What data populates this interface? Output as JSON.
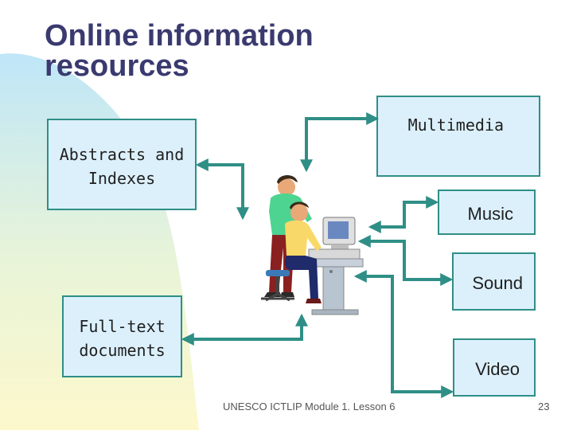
{
  "slide": {
    "title_line1": "Online information",
    "title_line2": "resources",
    "footer": "UNESCO ICTLIP Module 1. Lesson 6",
    "page_number": "23"
  },
  "diagram": {
    "nodes": {
      "abstracts": "Abstracts and\nIndexes",
      "fulltext": "Full-text\ndocuments",
      "multimedia": "Multimedia",
      "music": "Music",
      "sound": "Sound",
      "video": "Video"
    },
    "center_image": "office-workers-computer-clipart"
  },
  "colors": {
    "title": "#3a3a70",
    "box_fill": "#dcf0fc",
    "box_border": "#2f8f86",
    "arrow": "#2f8f86"
  }
}
